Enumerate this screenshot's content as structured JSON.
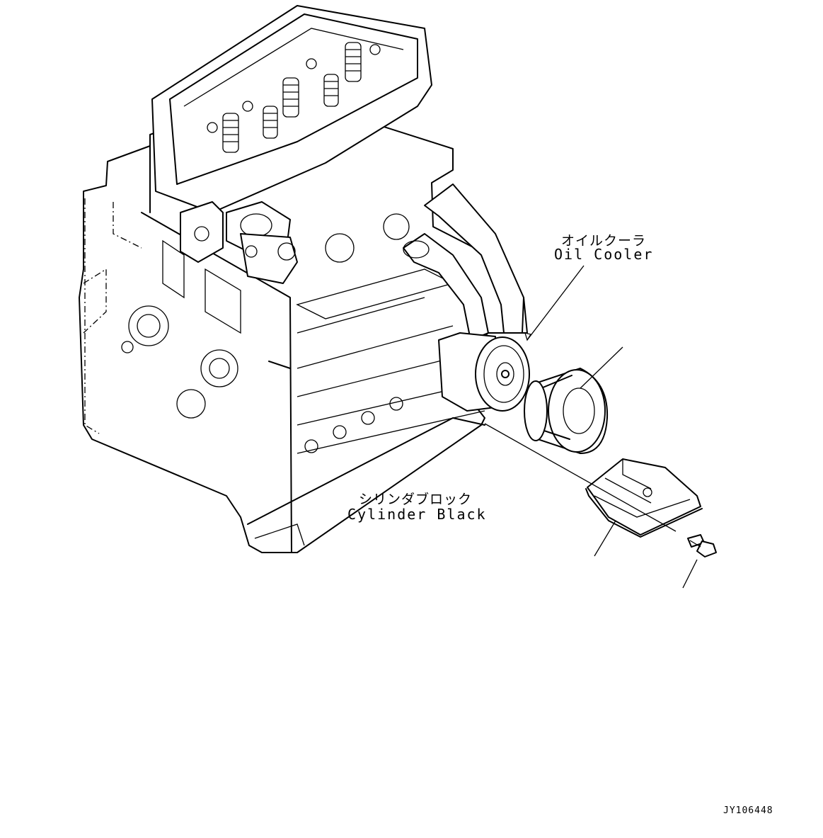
{
  "labels": {
    "oil_cooler_jp": "オイルクーラ",
    "oil_cooler_en": "Oil Cooler",
    "cylinder_block_jp": "シリンダブロック",
    "cylinder_block_en": "Cylinder Black",
    "figure_id": "JY106448"
  }
}
